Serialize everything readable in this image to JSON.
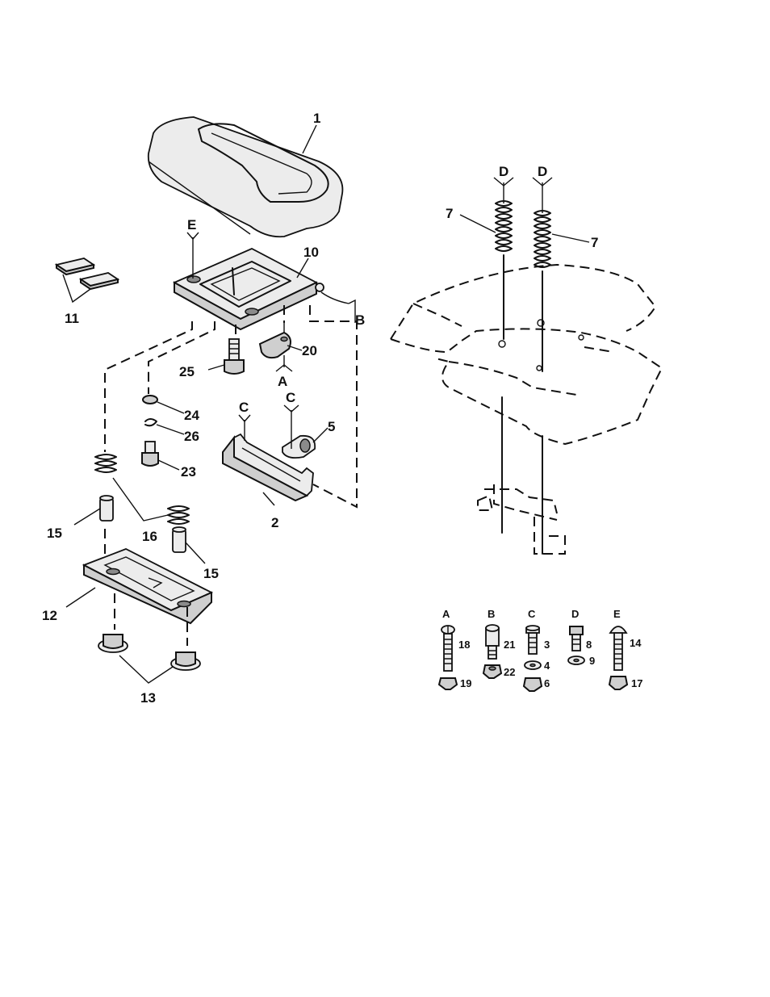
{
  "callouts": {
    "c1": "1",
    "c2": "2",
    "c5": "5",
    "c7a": "7",
    "c7b": "7",
    "c10": "10",
    "c11": "11",
    "c12": "12",
    "c13": "13",
    "c15a": "15",
    "c15b": "15",
    "c16": "16",
    "c20": "20",
    "c23": "23",
    "c24": "24",
    "c25": "25",
    "c26": "26"
  },
  "refs": {
    "e": "E",
    "b": "B",
    "a": "A",
    "c1": "C",
    "c2": "C",
    "d1": "D",
    "d2": "D"
  },
  "hardware": {
    "groups": [
      {
        "letter": "A",
        "parts": [
          "18",
          "19"
        ]
      },
      {
        "letter": "B",
        "parts": [
          "21",
          "22"
        ]
      },
      {
        "letter": "C",
        "parts": [
          "3",
          "4",
          "6"
        ]
      },
      {
        "letter": "D",
        "parts": [
          "8",
          "9"
        ]
      },
      {
        "letter": "E",
        "parts": [
          "14",
          "17"
        ]
      }
    ]
  }
}
